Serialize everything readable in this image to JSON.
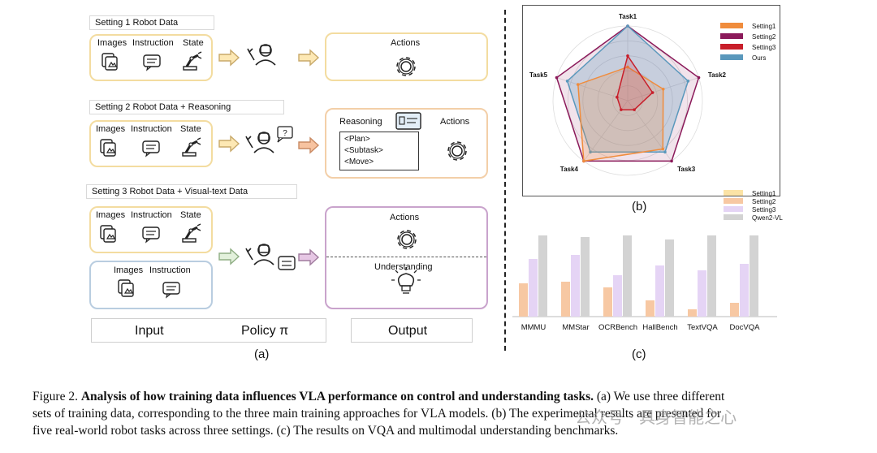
{
  "panel_a": {
    "setting1_title": "Setting 1 Robot Data",
    "setting2_title": "Setting 2 Robot Data + Reasoning",
    "setting3_title": "Setting 3 Robot Data + Visual-text Data",
    "inputs": {
      "images": "Images",
      "instruction": "Instruction",
      "state": "State"
    },
    "actions": "Actions",
    "reasoning": "Reasoning",
    "plan": "<Plan>",
    "subtask": "<Subtask>",
    "move": "<Move>",
    "understanding": "Understanding",
    "footer": {
      "input": "Input",
      "policy": "Policy π",
      "output": "Output"
    },
    "label": "(a)"
  },
  "panel_b_label": "(b)",
  "panel_c_label": "(c)",
  "chart_data": [
    {
      "type": "radar",
      "axes": [
        "Task1",
        "Task2",
        "Task3",
        "Task4",
        "Task5"
      ],
      "range": [
        0,
        1
      ],
      "grid": true,
      "legend_position": "top-right",
      "series": [
        {
          "name": "Setting1",
          "color": "#f08c3c",
          "values": [
            0.45,
            0.5,
            0.8,
            1.0,
            0.7
          ]
        },
        {
          "name": "Setting2",
          "color": "#8b1a5a",
          "values": [
            1.0,
            1.0,
            1.0,
            1.0,
            1.0
          ]
        },
        {
          "name": "Setting3",
          "color": "#c81e2a",
          "values": [
            0.6,
            0.35,
            0.15,
            0.15,
            0.15
          ]
        },
        {
          "name": "Ours",
          "color": "#5a98bc",
          "values": [
            1.0,
            0.85,
            0.85,
            0.85,
            0.85
          ]
        }
      ]
    },
    {
      "type": "bar",
      "categories": [
        "MMMU",
        "MMStar",
        "OCRBench",
        "HallBench",
        "TextVQA",
        "DocVQA"
      ],
      "ylim": [
        0,
        100
      ],
      "legend_position": "top-right",
      "series": [
        {
          "name": "Setting1",
          "color": "#fbe3a6",
          "values": [
            0,
            0,
            0,
            0,
            0,
            0
          ]
        },
        {
          "name": "Setting2",
          "color": "#f7c8a3",
          "values": [
            41,
            43,
            36,
            20,
            9,
            17
          ]
        },
        {
          "name": "Setting3",
          "color": "#e5d4f5",
          "values": [
            71,
            76,
            51,
            63,
            57,
            65
          ]
        },
        {
          "name": "Qwen2-VL",
          "color": "#d3d3d3",
          "values": [
            100,
            98,
            100,
            95,
            100,
            100
          ]
        }
      ]
    }
  ],
  "caption": {
    "prefix": "Figure 2. ",
    "bold": "Analysis of how training data influences VLA performance on control and understanding tasks.",
    "line1_rest": " (a) We use three different",
    "line2": "sets of training data, corresponding to the three main training approaches for VLA models. (b) The experimental results are presented for",
    "line3": "five real-world robot tasks across three settings. (c) The results on VQA and multimodal understanding benchmarks."
  },
  "watermark": "公众号 · 具身智能之心"
}
